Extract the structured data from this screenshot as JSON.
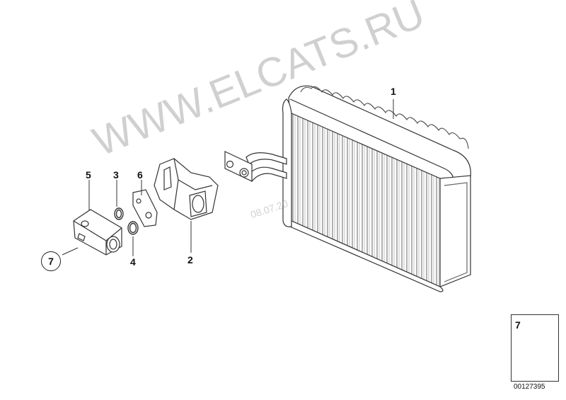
{
  "watermark": {
    "site": "WWW.ELCATS.RU",
    "date": "08.07.20"
  },
  "callouts": {
    "part_1": "1",
    "part_2": "2",
    "part_3": "3",
    "part_4": "4",
    "part_5": "5",
    "part_6": "6",
    "part_7": "7"
  },
  "legend": {
    "part_number": "7"
  },
  "document_number": "00127395"
}
